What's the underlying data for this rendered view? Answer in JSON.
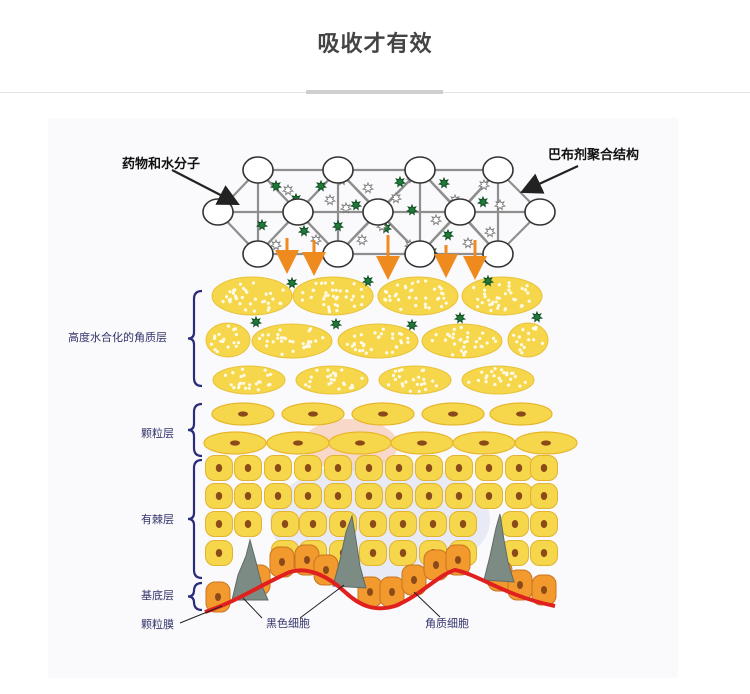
{
  "header": {
    "title": "吸收才有效"
  },
  "diagram": {
    "labels": {
      "drug_water": "药物和水分子",
      "vaseline": "巴布剂聚合结构",
      "hydrated_corneum": "高度水合化的角质层",
      "granular": "颗粒层",
      "spinous": "有棘层",
      "basal": "基底层",
      "membrane": "颗粒膜",
      "melanocyte": "黑色细胞",
      "keratinocyte": "角质细胞"
    },
    "colors": {
      "cell_fill": "#f6d64a",
      "cell_light": "#fbe7a6",
      "basal_cell": "#f29a2e",
      "nucleus": "#8a4a1a",
      "membrane": "#e0201f",
      "bracket": "#2b2d7a",
      "arrow": "#ef8a1e",
      "molecule_green": "#1f7a3a",
      "melanocyte": "#7c8c84"
    }
  }
}
